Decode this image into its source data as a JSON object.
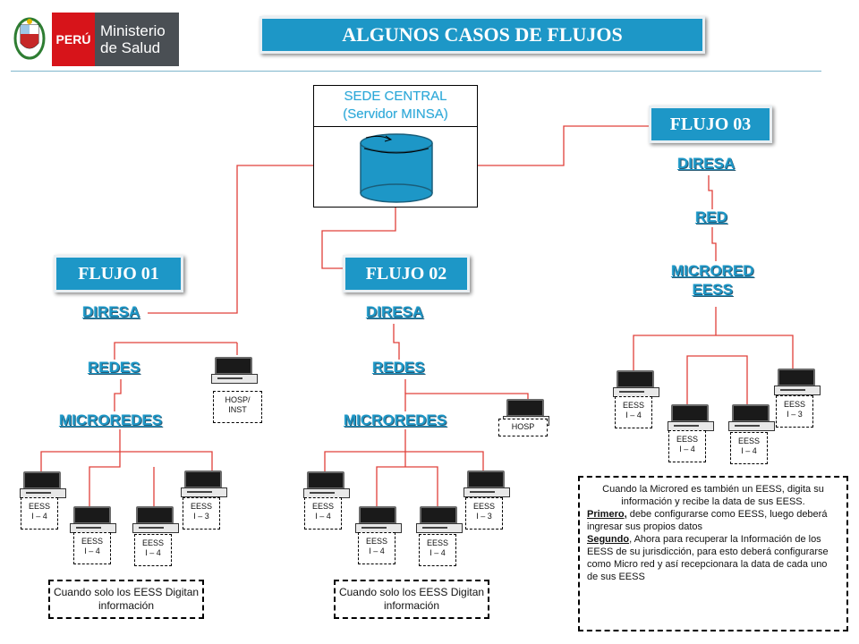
{
  "header": {
    "logo_country": "PERÚ",
    "logo_ministry": "Ministerio de Salud",
    "title": "ALGUNOS CASOS DE FLUJOS"
  },
  "sede": {
    "line1": "SEDE CENTRAL",
    "line2": "(Servidor MINSA)"
  },
  "flujo01": {
    "label": "FLUJO 01",
    "diresa": "DIRESA",
    "redes": "REDES",
    "microredes": "MICROREDES",
    "hosp_line1": "HOSP/",
    "hosp_line2": "INST",
    "eess": [
      {
        "l1": "EESS",
        "l2": "I – 4"
      },
      {
        "l1": "EESS",
        "l2": "I – 4"
      },
      {
        "l1": "EESS",
        "l2": "I – 4"
      },
      {
        "l1": "EESS",
        "l2": "I – 3"
      }
    ],
    "note": "Cuando solo los EESS Digitan información"
  },
  "flujo02": {
    "label": "FLUJO 02",
    "diresa": "DIRESA",
    "redes": "REDES",
    "microredes": "MICROREDES",
    "hosp": "HOSP",
    "eess": [
      {
        "l1": "EESS",
        "l2": "I – 4"
      },
      {
        "l1": "EESS",
        "l2": "I – 4"
      },
      {
        "l1": "EESS",
        "l2": "I – 4"
      },
      {
        "l1": "EESS",
        "l2": "I – 3"
      }
    ],
    "note": "Cuando solo los EESS Digitan información"
  },
  "flujo03": {
    "label": "FLUJO 03",
    "diresa": "DIRESA",
    "red": "RED",
    "microred_line1": "MICRORED",
    "microred_line2": "EESS",
    "eess": [
      {
        "l1": "EESS",
        "l2": "I – 4"
      },
      {
        "l1": "EESS",
        "l2": "I – 4"
      },
      {
        "l1": "EESS",
        "l2": "I – 4"
      },
      {
        "l1": "EESS",
        "l2": "I – 3"
      }
    ],
    "note_intro": "Cuando la Microred es también un EESS, digita su información y recibe la data de sus EESS.",
    "note_primero_label": "Primero,",
    "note_primero": " debe configurarse como EESS, luego deberá ingresar sus propios datos",
    "note_segundo_label": "Segundo",
    "note_segundo": ", Ahora para recuperar la Información de los EESS de su jurisdicción, para esto deberá configurarse como Micro red y así recepcionara la data de cada uno de sus EESS"
  },
  "colors": {
    "accent": "#1d97c7",
    "wire": "#e0403a",
    "brand_red": "#d7141a",
    "brand_grey": "#4a4f54"
  }
}
